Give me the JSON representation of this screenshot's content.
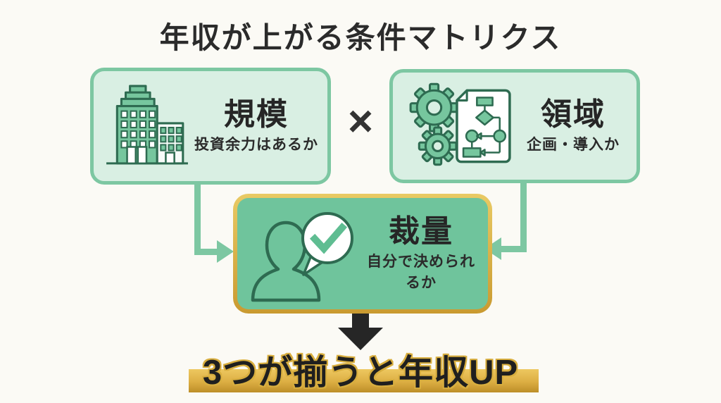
{
  "title": "年収が上がる条件マトリクス",
  "matrix": {
    "operator": "×",
    "factors": [
      {
        "id": "scale",
        "heading": "規模",
        "subtitle": "投資余力はあるか",
        "icon": "building-icon"
      },
      {
        "id": "domain",
        "heading": "領域",
        "subtitle": "企画・導入か",
        "icon": "gears-flowchart-icon"
      },
      {
        "id": "discretion",
        "heading": "裁量",
        "subtitle": "自分で決められるか",
        "icon": "person-checkmark-icon"
      }
    ]
  },
  "conclusion": {
    "text": "3つが揃うと年収UP"
  },
  "colors": {
    "background": "#fbfaf5",
    "box_fill": "#d9efe3",
    "box_border": "#7dc7a2",
    "center_fill": "#6fc49c",
    "gold_dark": "#c99a30",
    "gold_light": "#e9ca64",
    "icon_green": "#76c69e",
    "icon_outline": "#2e6b51",
    "text_dark": "#262626",
    "arrow_black": "#262626"
  }
}
